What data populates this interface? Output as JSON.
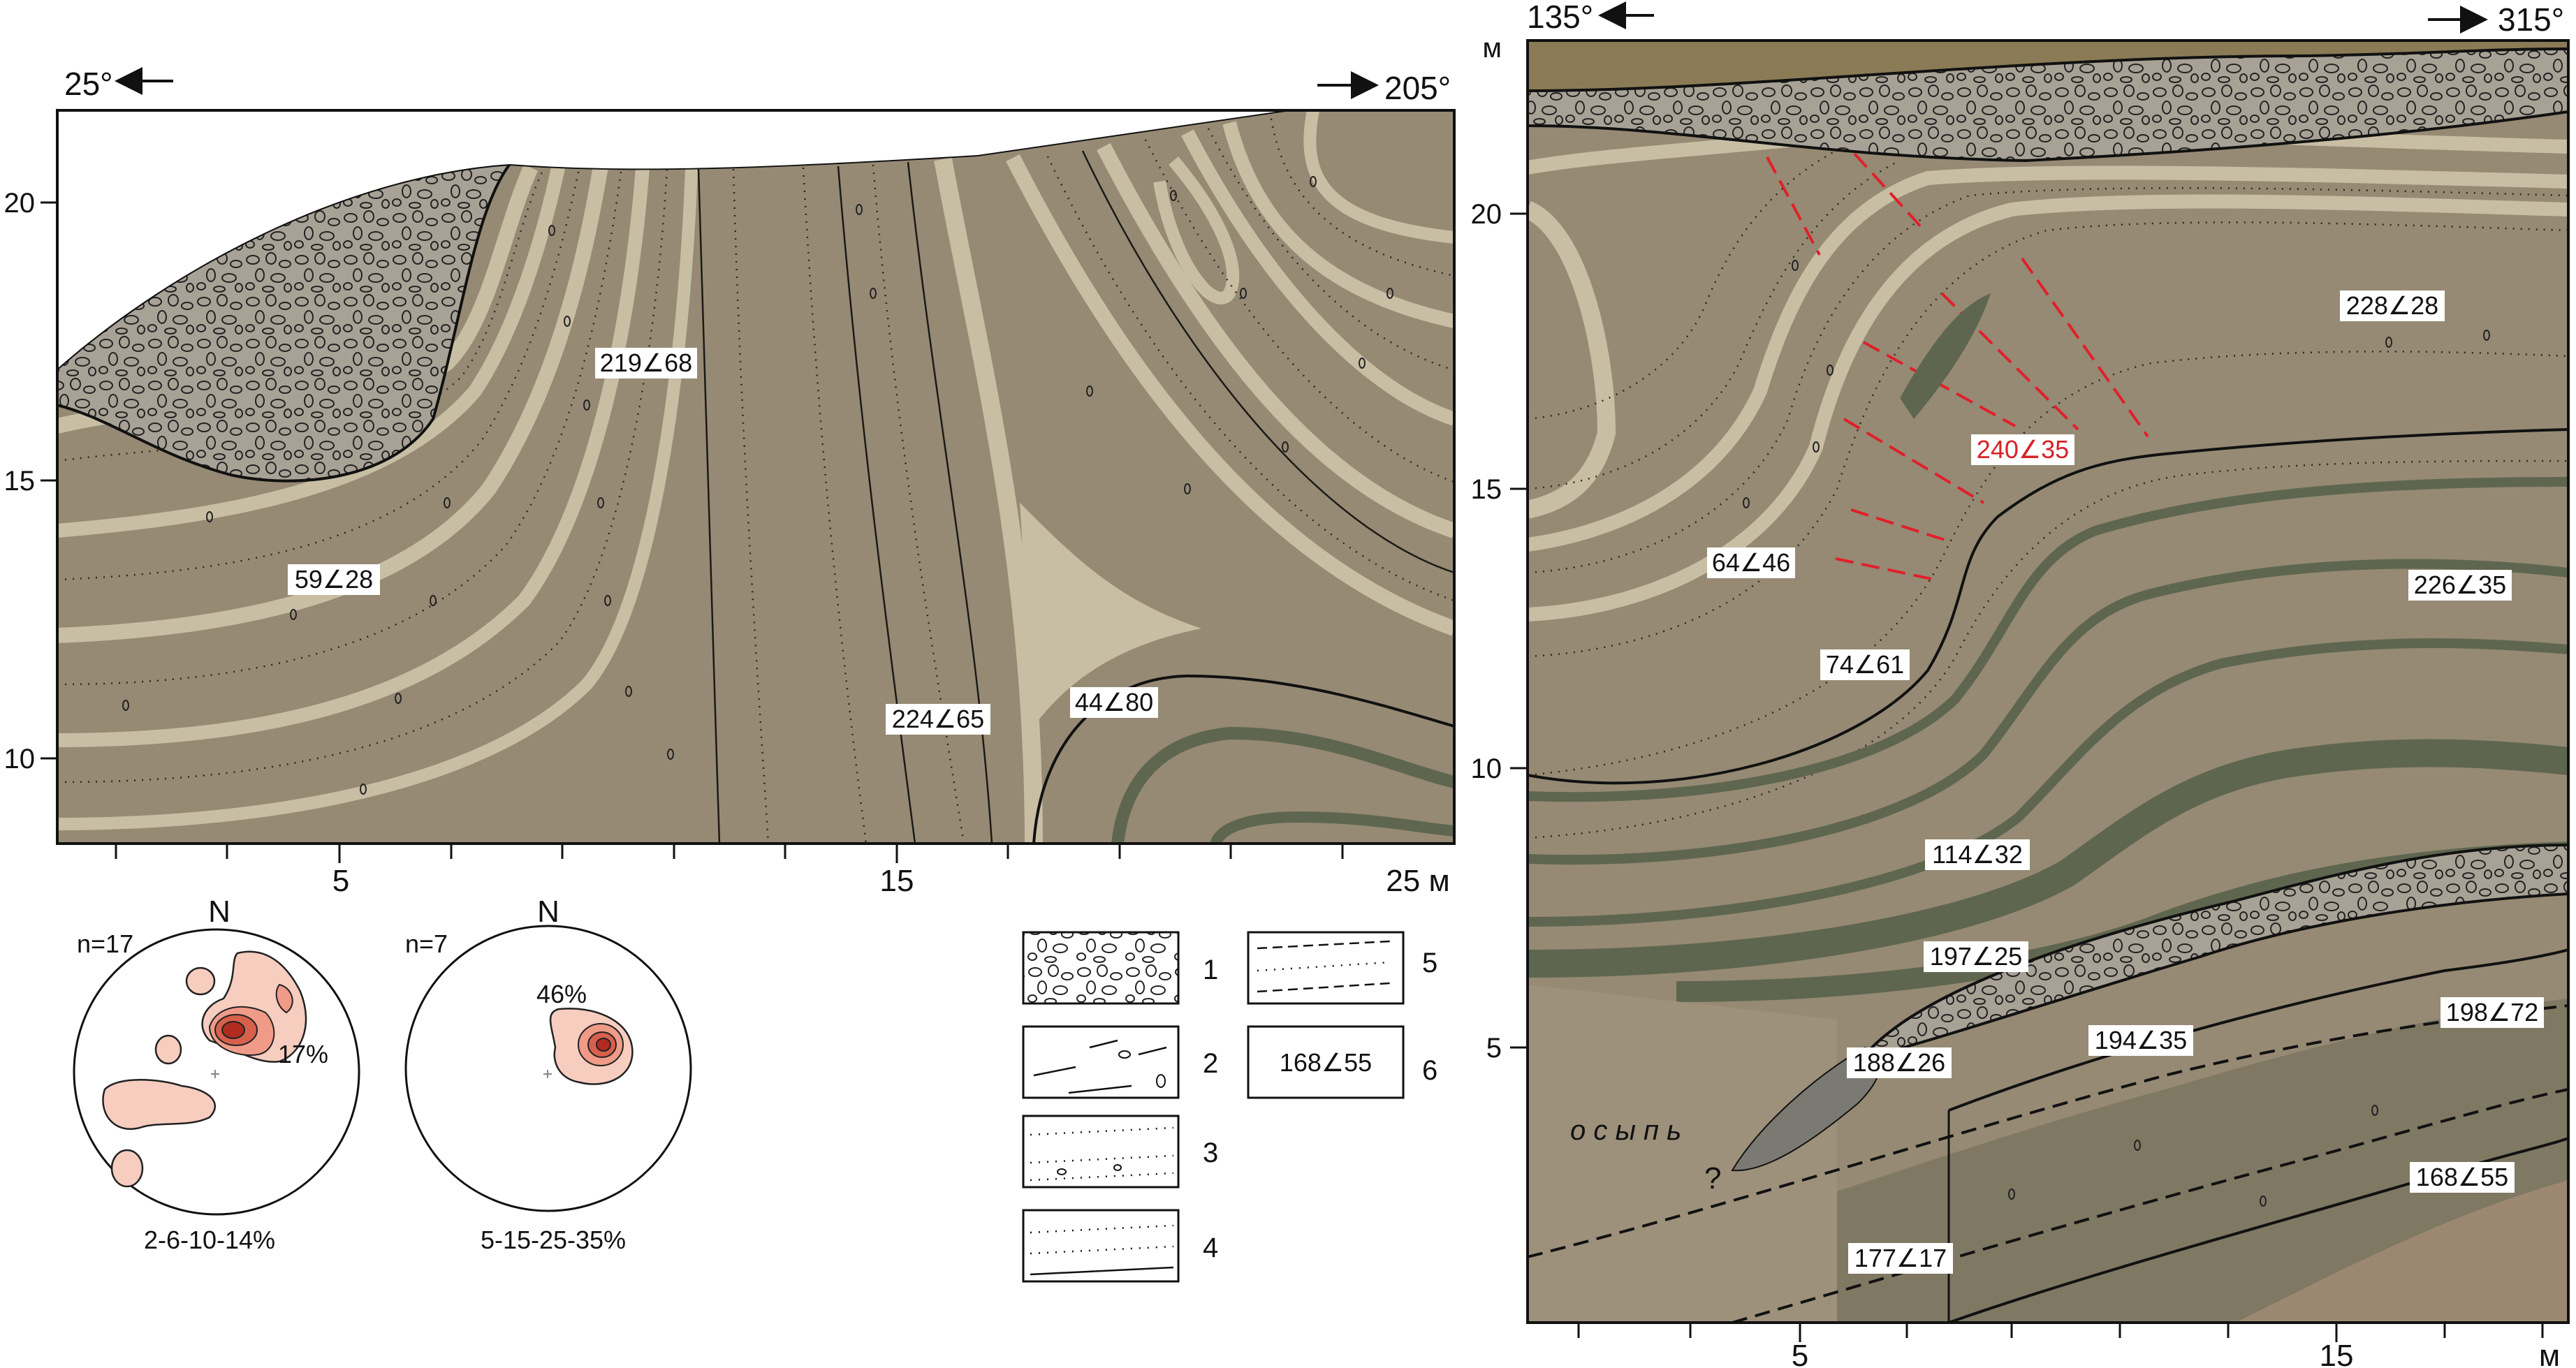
{
  "left_section": {
    "direction_left": "25°",
    "direction_right": "205°",
    "y_ticks": [
      "20",
      "15",
      "10"
    ],
    "x_ticks": [
      "5",
      "15",
      "25 м"
    ],
    "measurements": [
      "219∠68",
      "59∠28",
      "224∠65",
      "44∠80"
    ]
  },
  "right_section": {
    "direction_left": "135°",
    "direction_right": "315°",
    "y_unit": "м",
    "y_ticks": [
      "20",
      "15",
      "10",
      "5"
    ],
    "x_ticks": [
      "5",
      "15",
      "м"
    ],
    "measurements_red": [
      "240∠35"
    ],
    "measurements": [
      "228∠28",
      "64∠46",
      "226∠35",
      "74∠61",
      "114∠32",
      "197∠25",
      "188∠26",
      "194∠35",
      "198∠72",
      "168∠55",
      "177∠17"
    ],
    "scree_label": "о с ы п ь",
    "question_mark": "?"
  },
  "stereonets": [
    {
      "north": "N",
      "n_label": "n=17",
      "peak": "17%",
      "contours": "2-6-10-14%"
    },
    {
      "north": "N",
      "n_label": "n=7",
      "peak": "46%",
      "contours": "5-15-25-35%"
    }
  ],
  "legend": {
    "items": [
      "1",
      "2",
      "3",
      "4",
      "5",
      "6"
    ],
    "sample_measurement": "168∠55"
  },
  "colors": {
    "sediment": "#968a74",
    "light_band": "#c8bea4",
    "dark_band": "#5f6650",
    "gravel": "#a8a296",
    "scree": "#9d917c",
    "top_soil": "#8a7b56",
    "red_fault": "#e0202a",
    "contour_fill": "#f7cdbf",
    "contour_core": "#c83c2c"
  }
}
